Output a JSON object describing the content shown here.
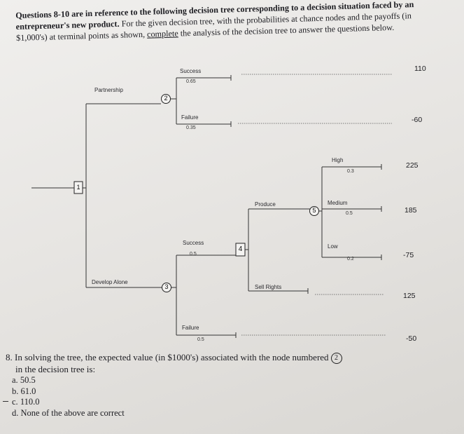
{
  "intro": {
    "part1": "Questions 8-10 are in reference to the following decision tree corresponding to a decision situation faced by an entrepreneur's new product.",
    "part2": "For the given decision tree, with the probabilities at chance nodes and the payoffs (in $1,000's) at terminal points as shown,",
    "underlined": "complete",
    "part3": "the analysis of the decision tree to answer the questions below."
  },
  "tree": {
    "nodes": {
      "n1": "1",
      "n2": "2",
      "n3": "3",
      "n4": "4",
      "n5": "5"
    },
    "branches": {
      "partnership": "Partnership",
      "develop_alone": "Develop Alone",
      "success_top": "Success",
      "success_top_prob": "0.65",
      "failure_top": "Failure",
      "failure_top_prob": "0.35",
      "produce": "Produce",
      "sell_rights": "Sell Rights",
      "high": "High",
      "high_prob": "0.3",
      "medium": "Medium",
      "medium_prob": "0.5",
      "low": "Low",
      "low_prob": "0.2",
      "success_bottom": "Success",
      "success_bottom_prob": "0.5",
      "failure_bottom": "Failure",
      "failure_bottom_prob": "0.5"
    },
    "payoffs": {
      "p1": "110",
      "p2": "-60",
      "p3": "225",
      "p4": "185",
      "p5": "-75",
      "p6": "125",
      "p7": "-50"
    }
  },
  "question": {
    "number": "8.",
    "text": "In solving the tree, the expected value (in $1000's) associated with the node numbered",
    "node_ref": "2",
    "text2": "in the decision tree is:"
  },
  "choices": [
    {
      "letter": "a.",
      "text": "50.5"
    },
    {
      "letter": "b.",
      "text": "61.0"
    },
    {
      "letter": "c.",
      "text": "110.0"
    },
    {
      "letter": "d.",
      "text": "None of the above are correct"
    }
  ]
}
